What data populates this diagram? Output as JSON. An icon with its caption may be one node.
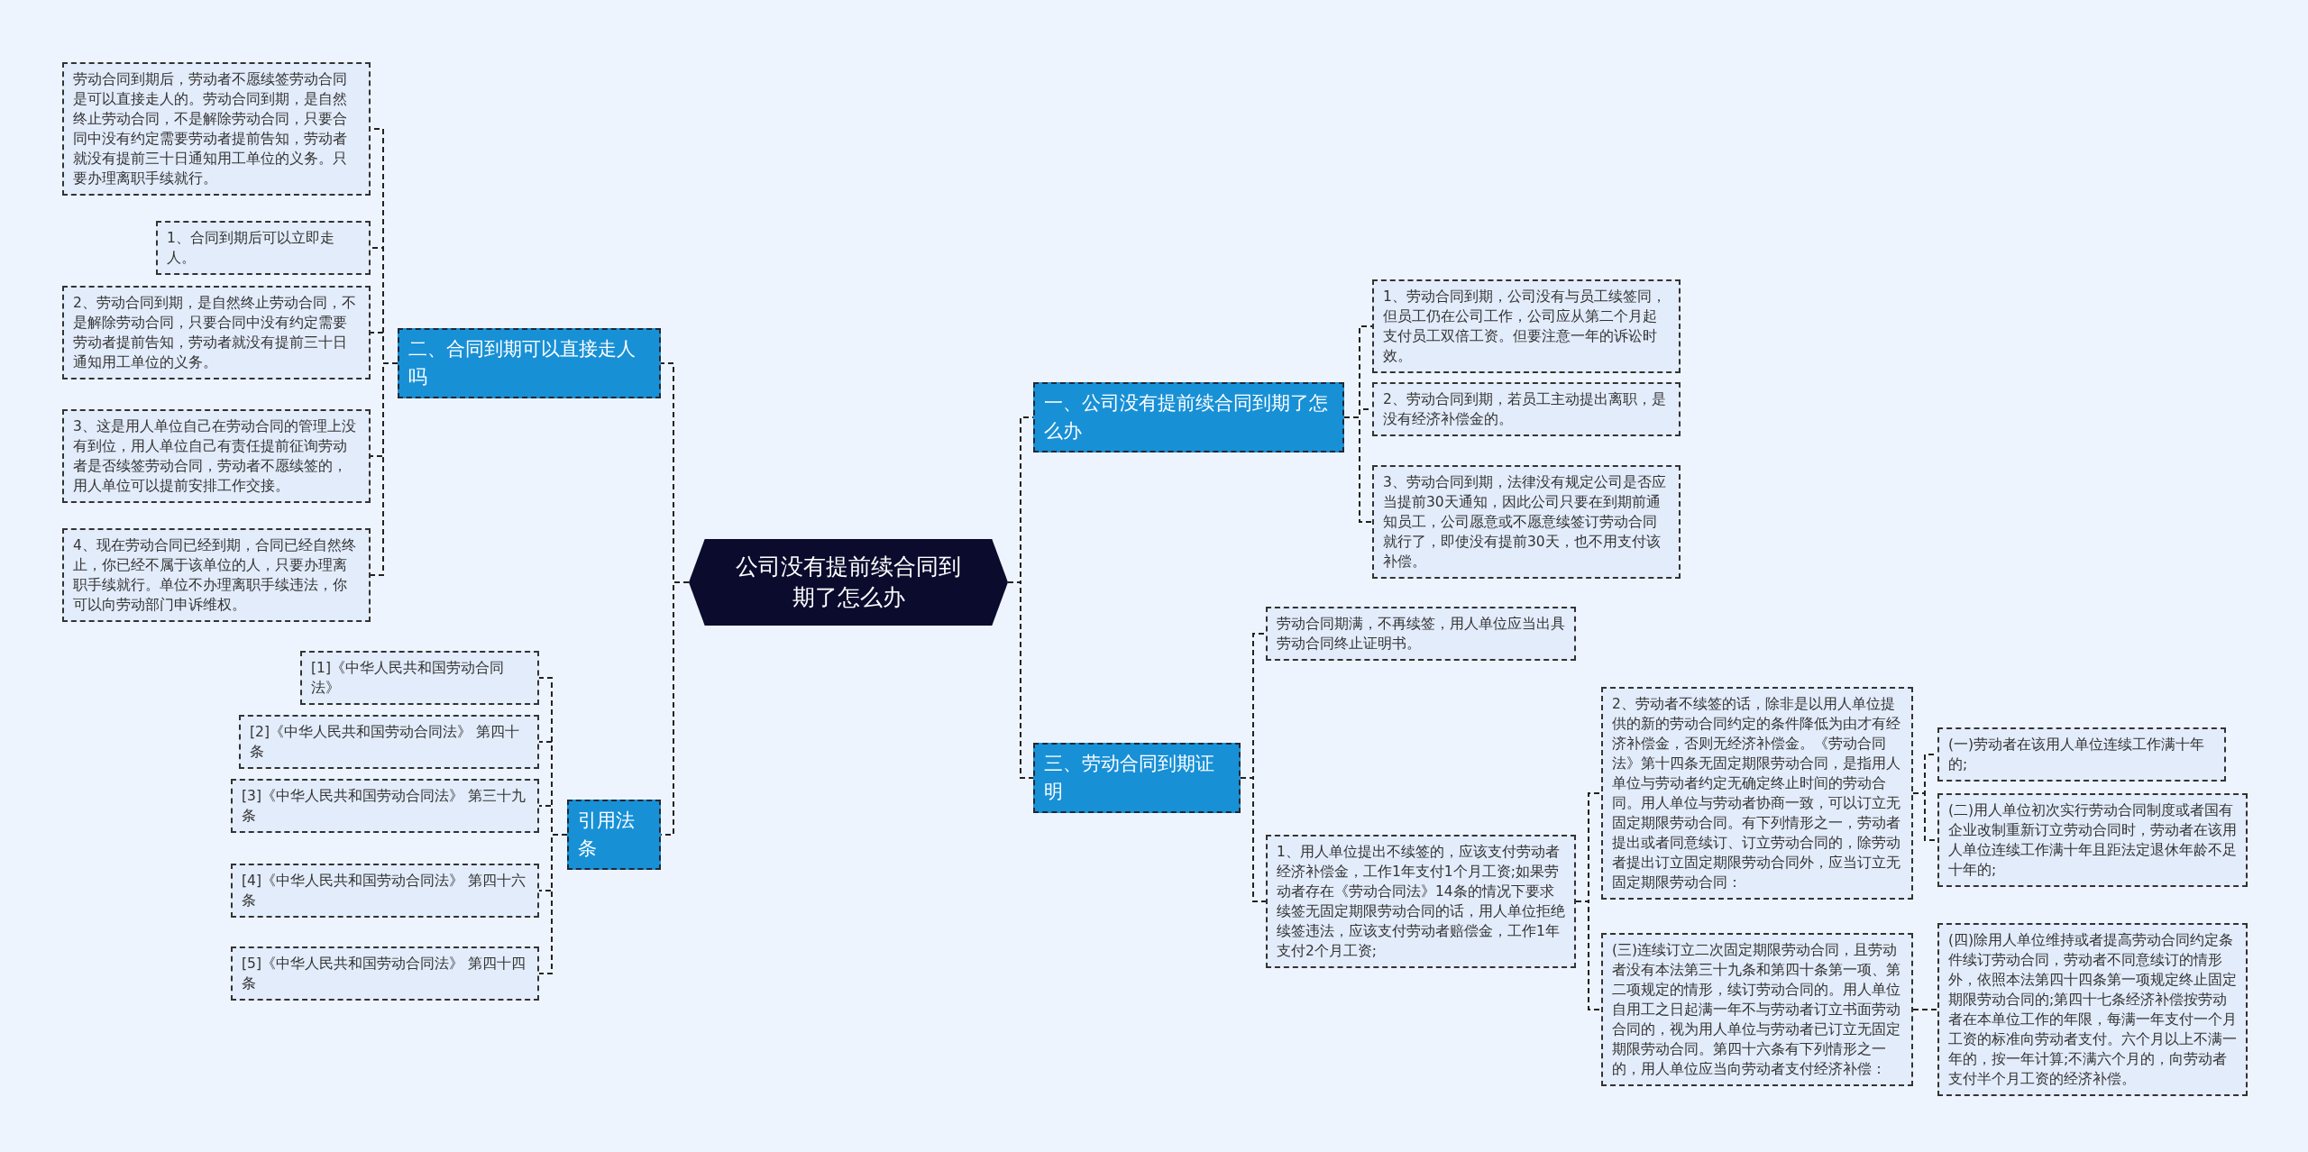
{
  "diagram": {
    "nodes": [
      {
        "text": [
          "公司没有提前续合同到期了怎么办"
        ]
      },
      {
        "text": [
          "一、公司没有提前续合同到期了怎么办"
        ]
      },
      {
        "text": [
          "1、劳动合同到期，公司没有与员工续签同，但员工仍在公司工作，公司应从第二个月起支付员工双倍工资。但要注意一年的诉讼时效。"
        ]
      },
      {
        "text": [
          "2、劳动合同到期，若员工主动提出离职，是没有经济补偿金的。"
        ]
      },
      {
        "text": [
          "3、劳动合同到期，法律没有规定公司是否应当提前30天通知，因此公司只要在到期前通知员工，公司愿意或不愿意续签订劳动合同就行了，即使没有提前30天，也不用支付该补偿。"
        ]
      },
      {
        "text": [
          "三、劳动合同到期证明"
        ]
      },
      {
        "text": [
          "劳动合同期满，不再续签，用人单位应当出具劳动合同终止证明书。"
        ]
      },
      {
        "text": [
          "1、用人单位提出不续签的，应该支付劳动者经济补偿金，工作1年支付1个月工资;如果劳动者存在《劳动合同法》14条的情况下要求续签无固定期限劳动合同的话，用人单位拒绝续签违法，应该支付劳动者赔偿金，工作1年支付2个月工资;"
        ]
      },
      {
        "text": [
          "2、劳动者不续签的话，除非是以用人单位提供的新的劳动合同约定的条件降低为由才有经济补偿金，否则无经济补偿金。《劳动合同法》第十四条无固定期限劳动合同，是指用人单位与劳动者约定无确定终止时间的劳动合同。用人单位与劳动者协商一致，可以订立无固定期限劳动合同。有下列情形之一，劳动者提出或者同意续订、订立劳动合同的，除劳动者提出订立固定期限劳动合同外，应当订立无固定期限劳动合同："
        ]
      },
      {
        "text": [
          "(一)劳动者在该用人单位连续工作满十年的;"
        ]
      },
      {
        "text": [
          "(二)用人单位初次实行劳动合同制度或者国有企业改制重新订立劳动合同时，劳动者在该用人单位连续工作满十年且距法定退休年龄不足十年的;"
        ]
      },
      {
        "text": [
          "(三)连续订立二次固定期限劳动合同，且劳动者没有本法第三十九条和第四十条第一项、第二项规定的情形，续订劳动合同的。用人单位自用工之日起满一年不与劳动者订立书面劳动合同的，视为用人单位与劳动者已订立无固定期限劳动合同。第四十六条有下列情形之一的，用人单位应当向劳动者支付经济补偿："
        ]
      },
      {
        "text": [
          "(四)除用人单位维持或者提高劳动合同约定条件续订劳动合同，劳动者不同意续订的情形外，依照本法第四十四条第一项规定终止固定期限劳动合同的;第四十七条经济补偿按劳动者在本单位工作的年限，每满一年支付一个月工资的标准向劳动者支付。六个月以上不满一年的，按一年计算;不满六个月的，向劳动者支付半个月工资的经济补偿。"
        ]
      },
      {
        "text": [
          "二、合同到期可以直接走人吗"
        ]
      },
      {
        "text": [
          "劳动合同到期后，劳动者不愿续签劳动合同是可以直接走人的。劳动合同到期，是自然终止劳动合同，不是解除劳动合同，只要合同中没有约定需要劳动者提前告知，劳动者就没有提前三十日通知用工单位的义务。只要办理离职手续就行。"
        ]
      },
      {
        "text": [
          "1、合同到期后可以立即走人。"
        ]
      },
      {
        "text": [
          "2、劳动合同到期，是自然终止劳动合同，不是解除劳动合同，只要合同中没有约定需要劳动者提前告知，劳动者就没有提前三十日通知用工单位的义务。"
        ]
      },
      {
        "text": [
          "3、这是用人单位自己在劳动合同的管理上没有到位，用人单位自己有责任提前征询劳动者是否续签劳动合同，劳动者不愿续签的，用人单位可以提前安排工作交接。"
        ]
      },
      {
        "text": [
          "4、现在劳动合同已经到期，合同已经自然终止，你已经不属于该单位的人，只要办理离职手续就行。单位不办理离职手续违法，你可以向劳动部门申诉维权。"
        ]
      },
      {
        "text": [
          "引用法条"
        ]
      },
      {
        "text": [
          "[1]《中华人民共和国劳动合同法》"
        ]
      },
      {
        "text": [
          "[2]《中华人民共和国劳动合同法》 第四十条"
        ]
      },
      {
        "text": [
          "[3]《中华人民共和国劳动合同法》 第三十九条"
        ]
      },
      {
        "text": [
          "[4]《中华人民共和国劳动合同法》 第四十六条"
        ]
      },
      {
        "text": [
          "[5]《中华人民共和国劳动合同法》 第四十四条"
        ]
      }
    ],
    "edges": [
      {
        "from": 0,
        "to": 1,
        "arrow": "none"
      },
      {
        "from": 1,
        "to": 2,
        "arrow": "none"
      },
      {
        "from": 1,
        "to": 3,
        "arrow": "none"
      },
      {
        "from": 1,
        "to": 4,
        "arrow": "none"
      },
      {
        "from": 0,
        "to": 5,
        "arrow": "none"
      },
      {
        "from": 5,
        "to": 6,
        "arrow": "none"
      },
      {
        "from": 5,
        "to": 7,
        "arrow": "none"
      },
      {
        "from": 7,
        "to": 8,
        "arrow": "none"
      },
      {
        "from": 8,
        "to": 9,
        "arrow": "none"
      },
      {
        "from": 8,
        "to": 10,
        "arrow": "none"
      },
      {
        "from": 7,
        "to": 11,
        "arrow": "none"
      },
      {
        "from": 11,
        "to": 12,
        "arrow": "none"
      },
      {
        "from": 0,
        "to": 13,
        "arrow": "none"
      },
      {
        "from": 13,
        "to": 14,
        "arrow": "none"
      },
      {
        "from": 13,
        "to": 15,
        "arrow": "none"
      },
      {
        "from": 13,
        "to": 16,
        "arrow": "none"
      },
      {
        "from": 13,
        "to": 17,
        "arrow": "none"
      },
      {
        "from": 13,
        "to": 18,
        "arrow": "none"
      },
      {
        "from": 0,
        "to": 19,
        "arrow": "none"
      },
      {
        "from": 19,
        "to": 20,
        "arrow": "none"
      },
      {
        "from": 19,
        "to": 21,
        "arrow": "none"
      },
      {
        "from": 19,
        "to": 22,
        "arrow": "none"
      },
      {
        "from": 19,
        "to": 23,
        "arrow": "none"
      },
      {
        "from": 19,
        "to": 24,
        "arrow": "none"
      }
    ]
  }
}
